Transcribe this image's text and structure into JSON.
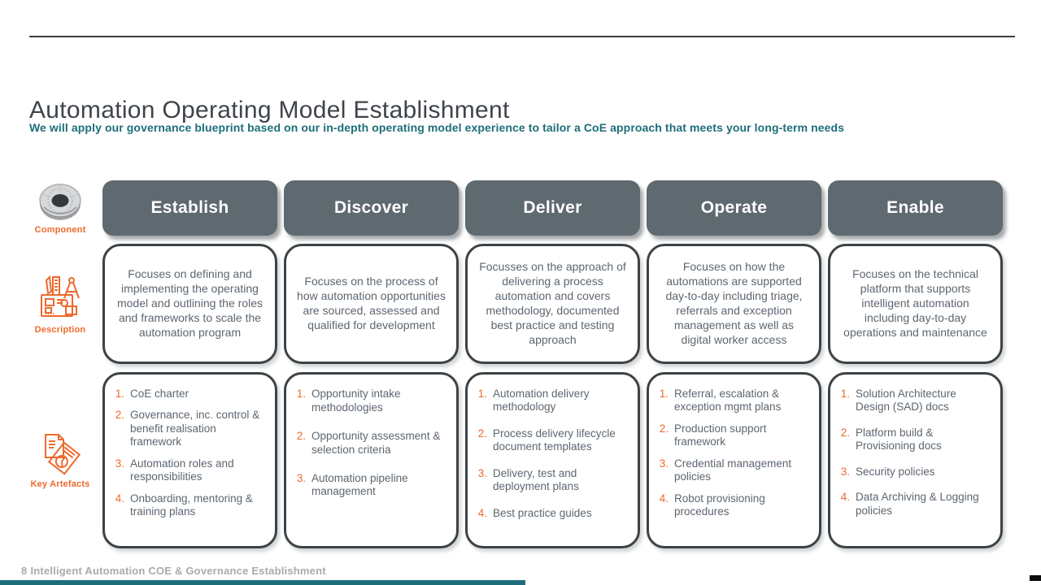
{
  "slide": {
    "title": "Automation Operating Model Establishment",
    "subtitle": "We will apply our governance blueprint based on our in-depth operating model experience to tailor a CoE approach that meets your long-term needs",
    "footer": {
      "page_number": "8",
      "text": "Intelligent Automation COE & Governance Establishment"
    }
  },
  "row_labels": {
    "component": "Component",
    "description": "Description",
    "key_artefacts": "Key Artefacts"
  },
  "icons": {
    "component": "3d-ring-icon",
    "description": "blueprint-drafting-icon",
    "key_artefacts": "documents-pie-chart-icon"
  },
  "colors": {
    "accent_orange": "#ED6A2C",
    "teal": "#1D6E7A",
    "header_gray": "#5E6970",
    "outline_gray": "#3C4347",
    "body_text_gray": "#5C6670",
    "footer_gray": "#A7ABAE"
  },
  "columns": [
    {
      "header": "Establish",
      "description": "Focuses on defining and implementing the operating model and outlining the roles and frameworks to scale the automation program",
      "artefacts": [
        "CoE charter",
        "Governance, inc. control & benefit realisation framework",
        "Automation roles and responsibilities",
        "Onboarding, mentoring & training plans"
      ]
    },
    {
      "header": "Discover",
      "description": "Focuses on the process of how automation opportunities are sourced, assessed and qualified for development",
      "artefacts": [
        "Opportunity intake methodologies",
        "Opportunity assessment & selection criteria",
        "Automation pipeline management"
      ]
    },
    {
      "header": "Deliver",
      "description": "Focusses on the approach of delivering a process automation and covers methodology, documented best practice and testing approach",
      "artefacts": [
        "Automation delivery methodology",
        "Process delivery lifecycle document templates",
        "Delivery, test and deployment plans",
        "Best practice guides"
      ]
    },
    {
      "header": "Operate",
      "description": "Focuses on how the automations are supported day-to-day including triage, referrals and exception management as well as digital worker access",
      "artefacts": [
        "Referral, escalation & exception mgmt plans",
        "Production support framework",
        "Credential management policies",
        "Robot provisioning procedures"
      ]
    },
    {
      "header": "Enable",
      "description": "Focuses on the technical platform that supports intelligent automation including day-to-day operations and maintenance",
      "artefacts": [
        "Solution Architecture Design (SAD) docs",
        "Platform build & Provisioning docs",
        "Security policies",
        "Data Archiving & Logging policies"
      ]
    }
  ]
}
